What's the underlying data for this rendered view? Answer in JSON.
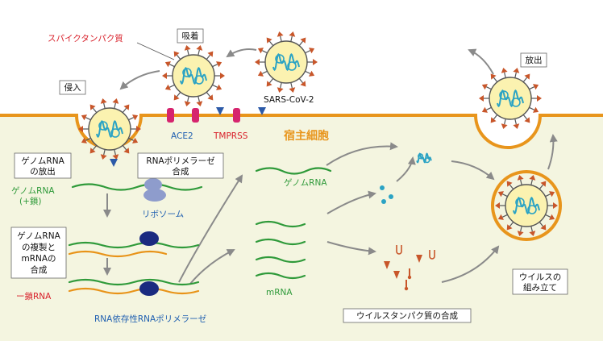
{
  "labels": {
    "spike": "スパイクタンパク質",
    "adsorption": "吸着",
    "entry": "侵入",
    "release": "放出",
    "sars": "SARS-CoV-2",
    "ace2": "ACE2",
    "tmprss": "TMPRSS",
    "host_cell": "宿主細胞",
    "genome_release_1": "ゲノムRNA",
    "genome_release_2": "の放出",
    "genome_plus_1": "ゲノムRNA",
    "genome_plus_2": "(+鎖)",
    "rna_polymerase_synth_1": "RNAポリメラーゼ",
    "rna_polymerase_synth_2": "合成",
    "ribosome": "リボソーム",
    "replication_1": "ゲノムRNA",
    "replication_2": "の複製と",
    "replication_3": "mRNAの",
    "replication_4": "合成",
    "minus_strand": "ー鎖RNA",
    "rdrp": "RNA依存性RNAポリメラーゼ",
    "genome_rna": "ゲノムRNA",
    "mrna": "mRNA",
    "viral_protein_synth": "ウイルスタンパク質の合成",
    "assembly_1": "ウイルスの",
    "assembly_2": "組み立て"
  },
  "colors": {
    "membrane": "#e8951c",
    "cell_fill": "#f4f5e0",
    "plus_rna": "#2f9a3a",
    "minus_rna": "#e89318",
    "spike": "#c8562a",
    "envelope": "#fbf2b0",
    "genome_coil": "#2ba3c4",
    "ace2": "#d6246e",
    "tmprss": "#2c5aa8",
    "polymerase": "#1a2a80",
    "ribosome": "#8e9ccc",
    "red_label": "#d8202a",
    "blue_label": "#1f5fb0",
    "green_label": "#2f9a3a"
  },
  "icons": [
    "virus-particle-icon",
    "ribosome-icon",
    "polymerase-icon",
    "ace2-receptor-icon",
    "tmprss-protease-icon",
    "viral-protein-icon"
  ]
}
